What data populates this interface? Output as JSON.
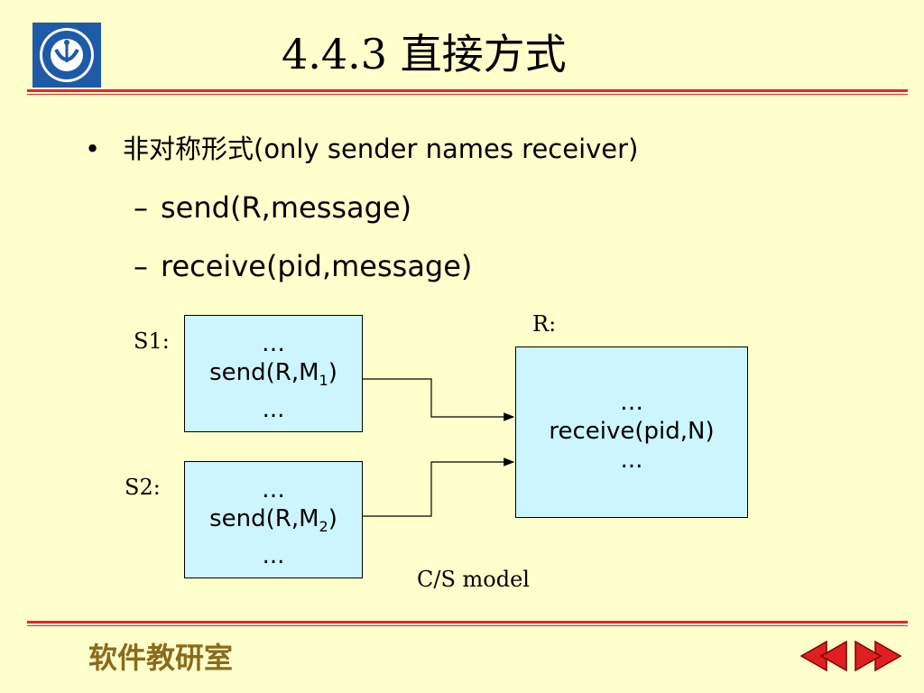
{
  "header": {
    "title": "4.4.3 直接方式"
  },
  "content": {
    "bullet_main": "非对称形式(only sender names receiver)",
    "sub_items": [
      "send(R,message)",
      "receive(pid,message)"
    ]
  },
  "diagram": {
    "s1": {
      "label": "S1:",
      "line1": "…",
      "line2_prefix": "send(R,M",
      "line2_sub": "1",
      "line2_suffix": ")",
      "line3": "..."
    },
    "s2": {
      "label": "S2:",
      "line1": "…",
      "line2_prefix": "send(R,M",
      "line2_sub": "2",
      "line2_suffix": ")",
      "line3": "..."
    },
    "r": {
      "label": "R:",
      "line1": "…",
      "line2": "receive(pid,N)",
      "line3": "..."
    },
    "caption": "C/S model"
  },
  "footer": {
    "text": "软件教研室"
  },
  "colors": {
    "background": "#ffffcc",
    "rule": "#e8242b",
    "box_fill": "#ccf5ff",
    "footer_text": "#8b6a1c",
    "nav_red": "#e02020",
    "logo_blue": "#1e5aa8"
  }
}
